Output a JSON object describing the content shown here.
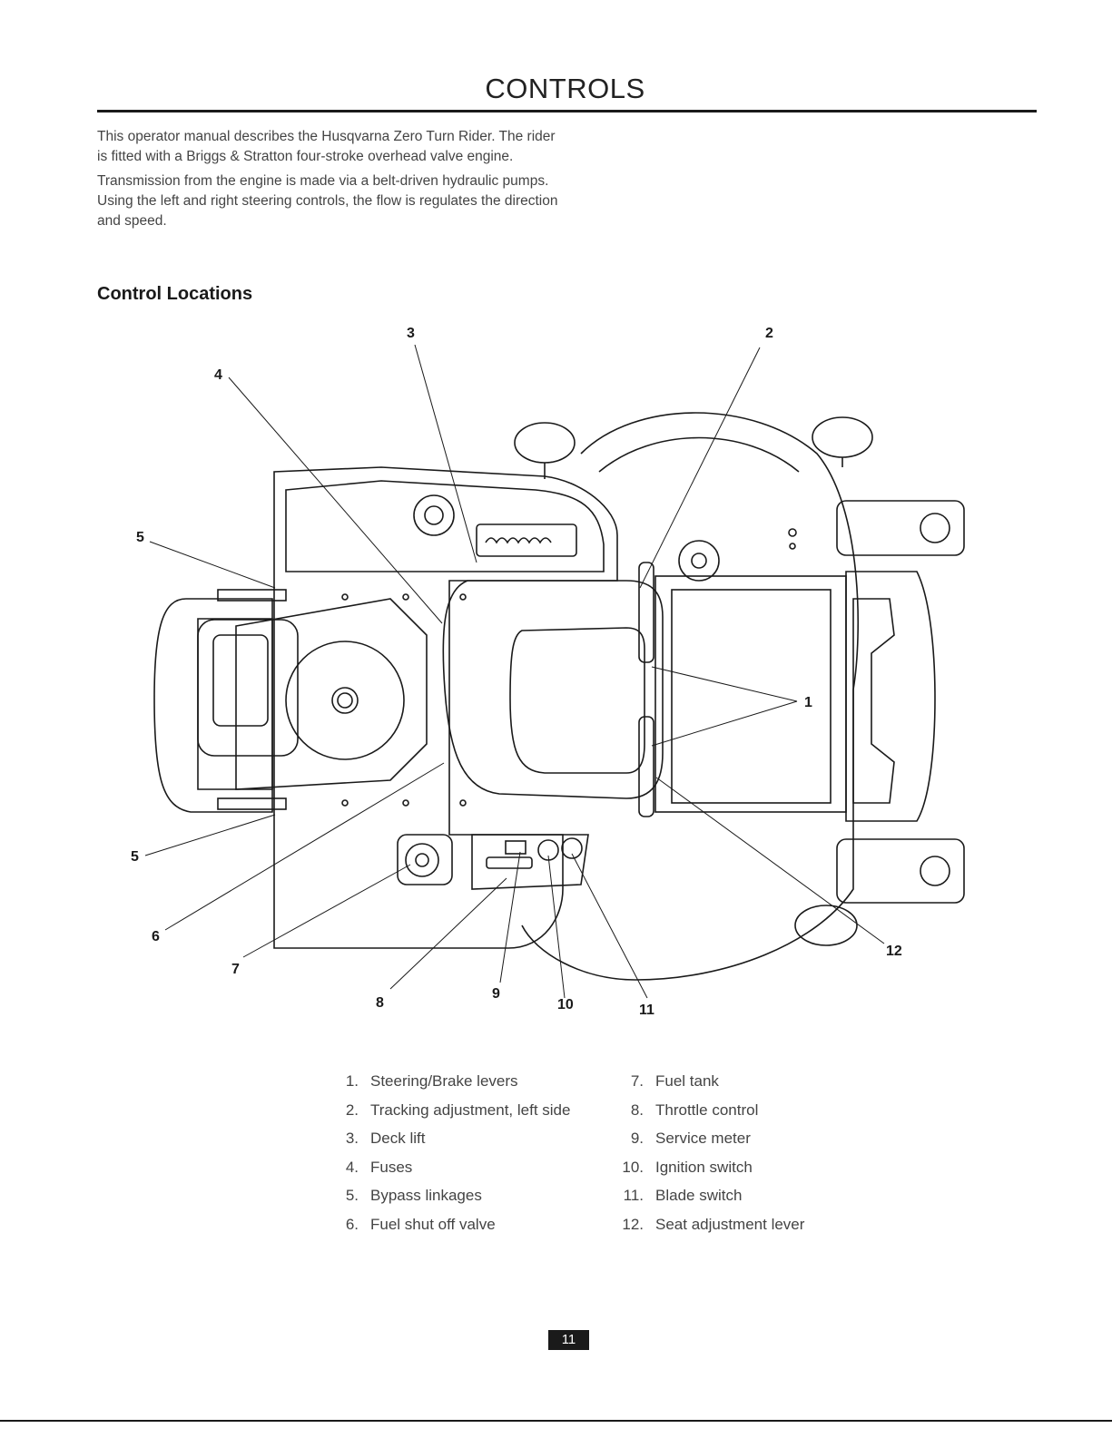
{
  "page": {
    "title": "CONTROLS",
    "page_number": "11"
  },
  "intro": {
    "paragraph_1": "This operator manual describes the Husqvarna Zero Turn Rider. The rider is fitted with a Briggs & Stratton four-stroke overhead valve engine.",
    "paragraph_2": "Transmission from the engine is made via a belt-driven hydraulic pumps. Using the left and right steering controls, the flow is regulates the direction and speed."
  },
  "section": {
    "heading": "Control Locations"
  },
  "diagram": {
    "callouts": [
      "1",
      "2",
      "3",
      "4",
      "5",
      "5",
      "6",
      "7",
      "8",
      "9",
      "10",
      "11",
      "12"
    ]
  },
  "legend": {
    "left": [
      {
        "num": "1.",
        "label": "Steering/Brake levers"
      },
      {
        "num": "2.",
        "label": "Tracking adjustment, left side"
      },
      {
        "num": "3.",
        "label": "Deck lift"
      },
      {
        "num": "4.",
        "label": "Fuses"
      },
      {
        "num": "5.",
        "label": "Bypass linkages"
      },
      {
        "num": "6.",
        "label": "Fuel shut off valve"
      }
    ],
    "right": [
      {
        "num": "7.",
        "label": "Fuel tank"
      },
      {
        "num": "8.",
        "label": "Throttle control"
      },
      {
        "num": "9.",
        "label": "Service meter"
      },
      {
        "num": "10.",
        "label": "Ignition switch"
      },
      {
        "num": "11.",
        "label": "Blade switch"
      },
      {
        "num": "12.",
        "label": "Seat adjustment lever"
      }
    ]
  }
}
